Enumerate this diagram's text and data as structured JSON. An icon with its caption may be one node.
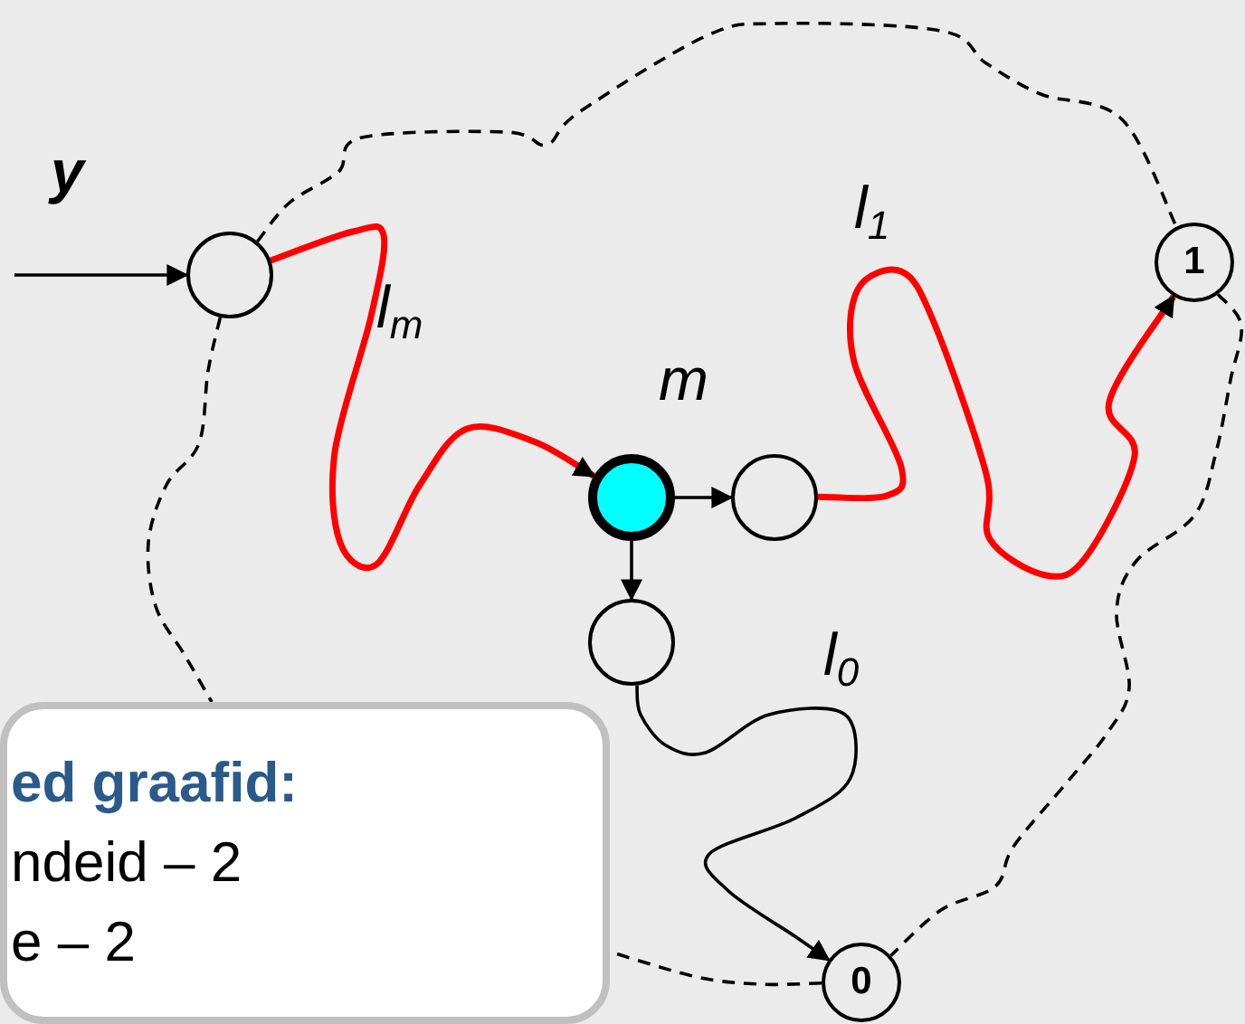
{
  "diagram": {
    "nodes": [
      {
        "text": [],
        "shape": "circle"
      },
      {
        "text": [],
        "shape": "circle",
        "beside": [
          "m"
        ]
      },
      {
        "text": [],
        "shape": "circle"
      },
      {
        "text": [],
        "shape": "circle"
      },
      {
        "text": [
          "1"
        ]
      },
      {
        "text": [
          "0"
        ]
      },
      {
        "text": [
          "ed graafid:",
          "ndeid – 2",
          "e – 2"
        ]
      }
    ],
    "edges": [
      {
        "from": null,
        "to": 0,
        "arrow": "to",
        "label": "y"
      },
      {
        "from": 0,
        "to": 1,
        "arrow": "to",
        "label": "l$_{m}$",
        "color": "#ff0000",
        "style": "thick"
      },
      {
        "from": 1,
        "to": 2,
        "arrow": "to"
      },
      {
        "from": 1,
        "to": 3,
        "arrow": "to"
      },
      {
        "from": 2,
        "to": 4,
        "arrow": "to",
        "label": "l$_{1}$",
        "color": "#ff0000",
        "style": "thick"
      },
      {
        "from": 3,
        "to": 5,
        "arrow": "to",
        "label": "l$_{0}$"
      },
      {
        "from": 0,
        "to": 4,
        "arrow": "none",
        "style": "dashed"
      },
      {
        "from": 4,
        "to": 5,
        "arrow": "none",
        "style": "dashed"
      },
      {
        "from": 5,
        "to": 6,
        "arrow": "none",
        "style": "dashed"
      },
      {
        "from": 0,
        "to": 6,
        "arrow": "none",
        "style": "dashed"
      }
    ]
  }
}
